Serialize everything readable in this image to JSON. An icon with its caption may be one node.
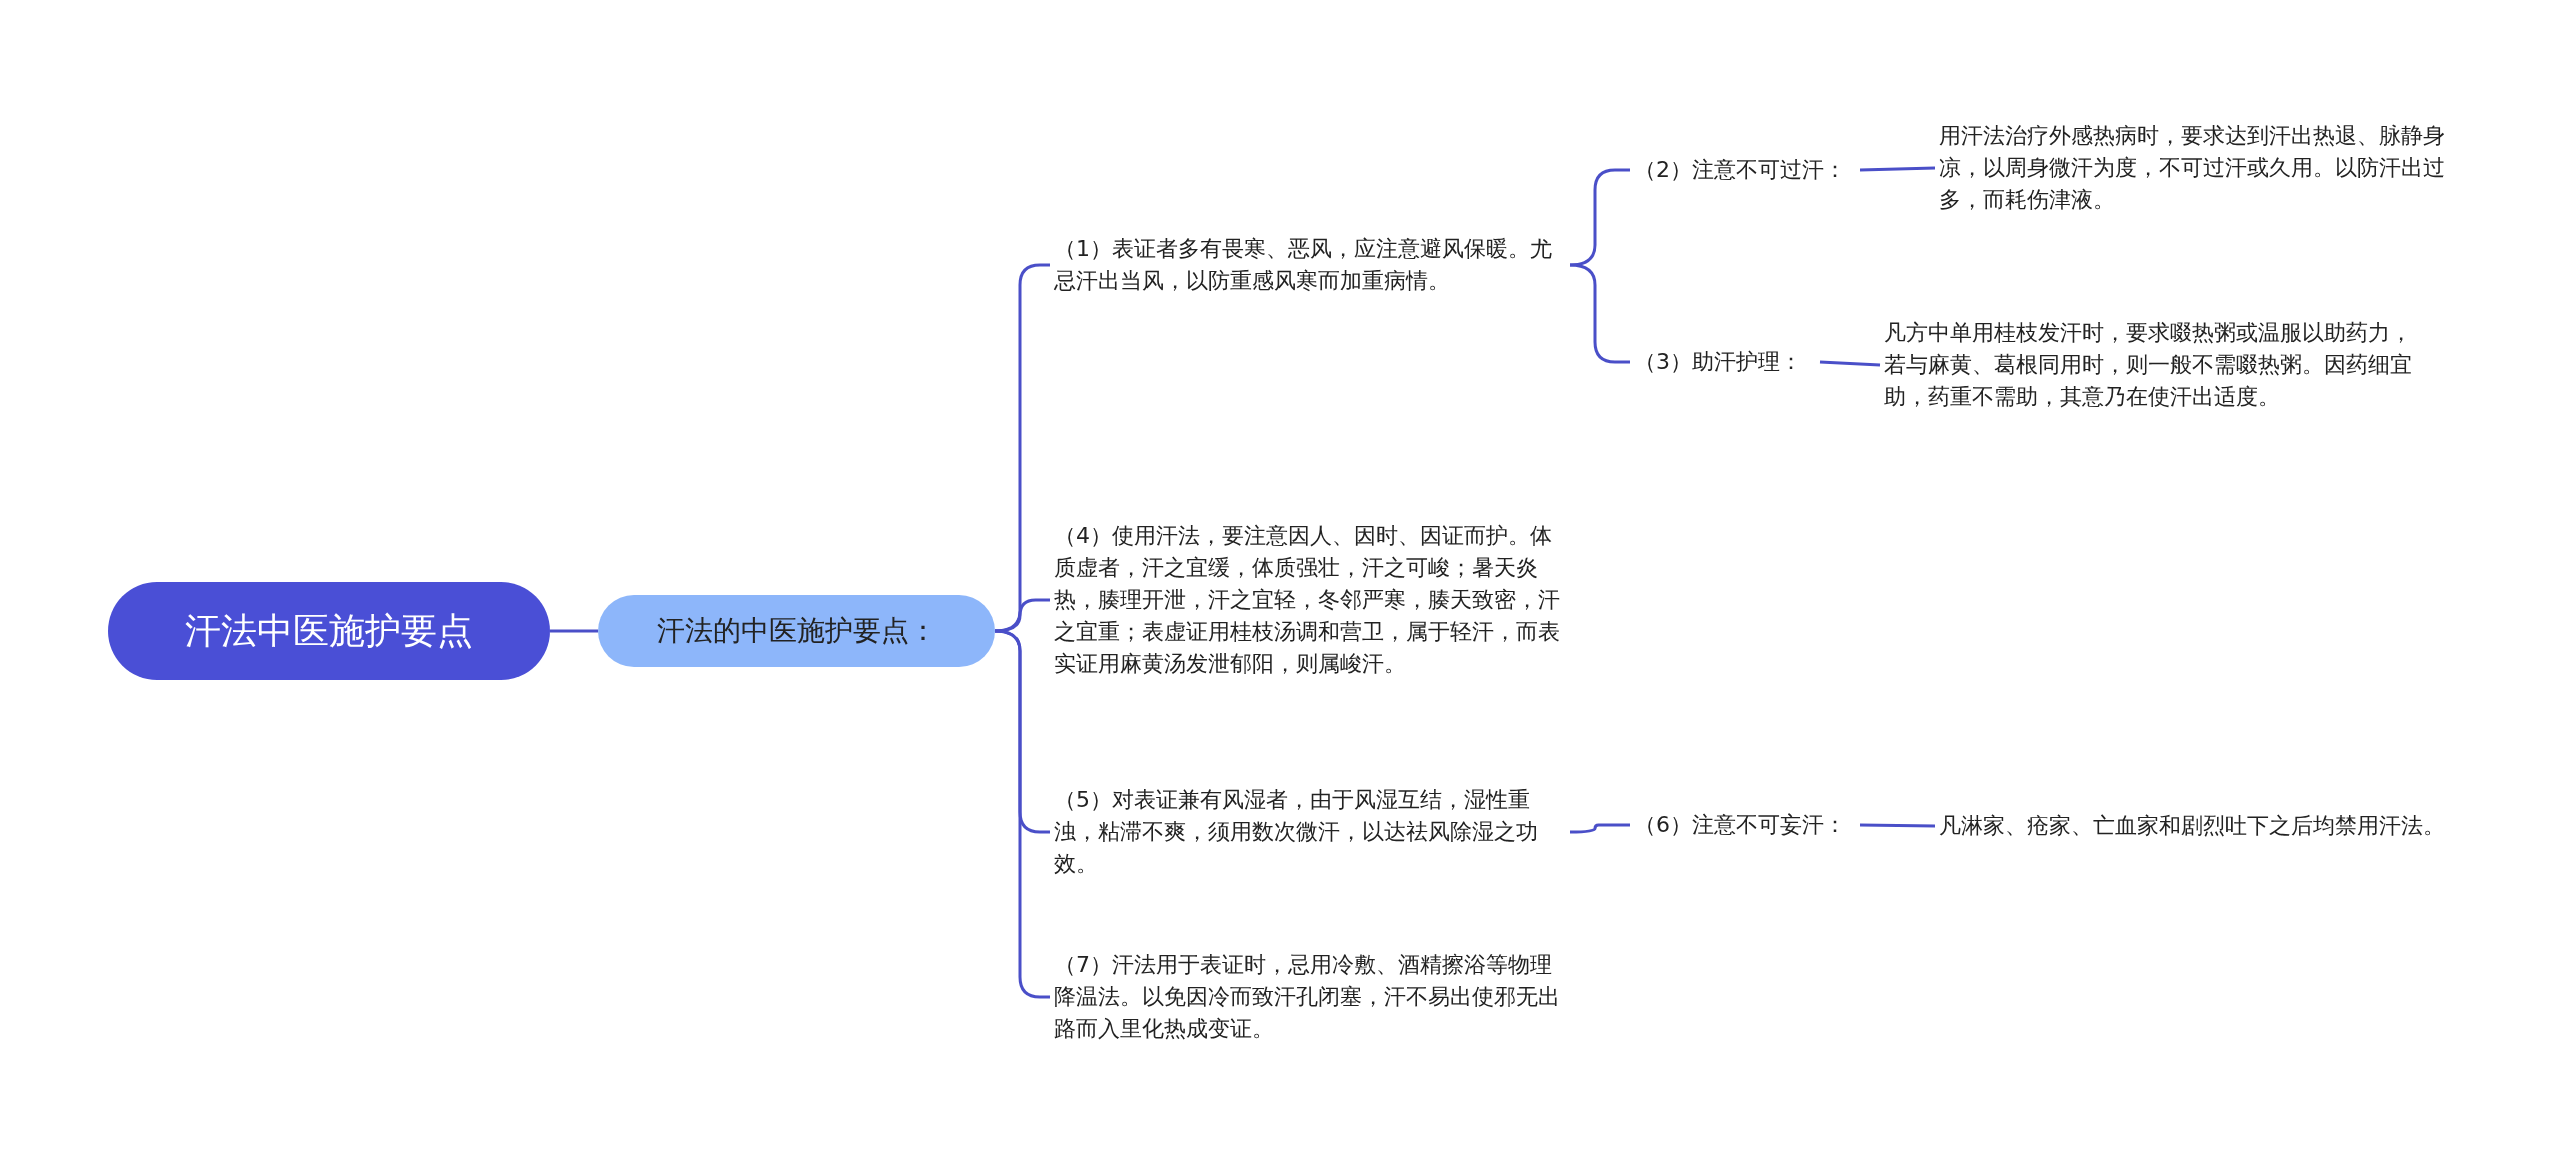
{
  "diagram": {
    "nodes": [
      {
        "text": [
          "汗法中医施护要点"
        ]
      },
      {
        "text": [
          "汗法的中医施护要点："
        ]
      },
      {
        "text": [
          "（1）表证者多有畏寒、恶风，应注意避风保暖。尤忌汗出当风，以防重感风寒而加重病情。"
        ]
      },
      {
        "text": [
          "（2）注意不可过汗："
        ]
      },
      {
        "text": [
          "用汗法治疗外感热病时，要求达到汗出热退、脉静身凉，以周身微汗为度，不可过汗或久用。以防汗出过多，而耗伤津液。"
        ]
      },
      {
        "text": [
          "（3）助汗护理："
        ]
      },
      {
        "text": [
          "凡方中单用桂枝发汗时，要求啜热粥或温服以助药力，若与麻黄、葛根同用时，则一般不需啜热粥。因药细宜助，药重不需助，其意乃在使汗出适度。"
        ]
      },
      {
        "text": [
          "（4）使用汗法，要注意因人、因时、因证而护。体质虚者，汗之宜缓，体质强壮，汗之可峻；暑天炎热，腠理开泄，汗之宜轻，冬邻严寒，腠天致密，汗之宜重；表虚证用桂枝汤调和营卫，属于轻汗，而表实证用麻黄汤发泄郁阳，则属峻汗。"
        ]
      },
      {
        "text": [
          "（5）对表证兼有风湿者，由于风湿互结，湿性重浊，粘滞不爽，须用数次微汗，以达祛风除湿之功效。"
        ]
      },
      {
        "text": [
          "（6）注意不可妄汗："
        ]
      },
      {
        "text": [
          "凡淋家、疮家、亡血家和剧烈吐下之后均禁用汗法。"
        ]
      },
      {
        "text": [
          "（7）汗法用于表证时，忌用冷敷、酒精擦浴等物理降温法。以免因冷而致汗孔闭塞，汗不易出使邪无出路而入里化热成变证。"
        ]
      }
    ],
    "edges": [
      {
        "from": 0,
        "to": 1,
        "arrow": "none"
      },
      {
        "from": 1,
        "to": 2,
        "arrow": "none"
      },
      {
        "from": 2,
        "to": 3,
        "arrow": "none"
      },
      {
        "from": 2,
        "to": 5,
        "arrow": "none"
      },
      {
        "from": 3,
        "to": 4,
        "arrow": "none"
      },
      {
        "from": 5,
        "to": 6,
        "arrow": "none"
      },
      {
        "from": 1,
        "to": 7,
        "arrow": "none"
      },
      {
        "from": 1,
        "to": 8,
        "arrow": "none"
      },
      {
        "from": 8,
        "to": 9,
        "arrow": "none"
      },
      {
        "from": 9,
        "to": 10,
        "arrow": "none"
      },
      {
        "from": 1,
        "to": 11,
        "arrow": "none"
      }
    ]
  }
}
